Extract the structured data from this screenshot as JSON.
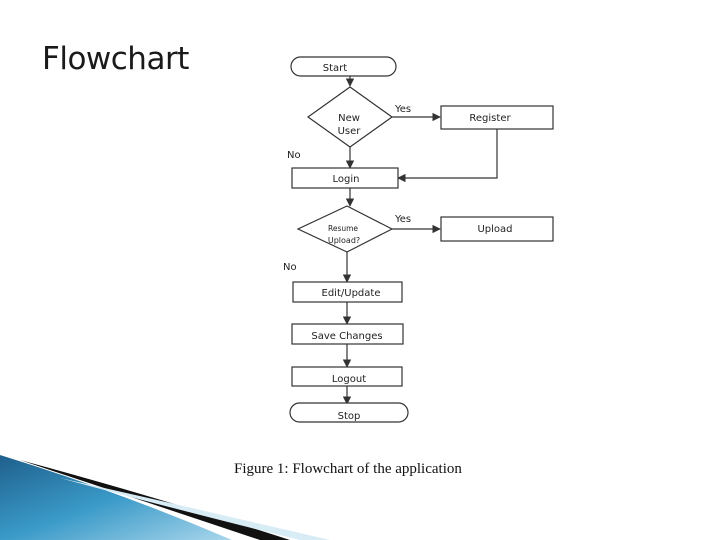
{
  "slide": {
    "title": "Flowchart",
    "caption": "Figure 1: Flowchart of the application"
  },
  "flowchart": {
    "start": "Start",
    "new_user_line1": "New",
    "new_user_line2": "User",
    "register": "Register",
    "login": "Login",
    "resume_line1": "Resume",
    "resume_line2": "Upload?",
    "upload": "Upload",
    "edit_update": "Edit/Update",
    "save_changes": "Save Changes",
    "logout": "Logout",
    "stop": "Stop",
    "yes_1": "Yes",
    "no_1": "No",
    "yes_2": "Yes",
    "no_2": "No"
  }
}
